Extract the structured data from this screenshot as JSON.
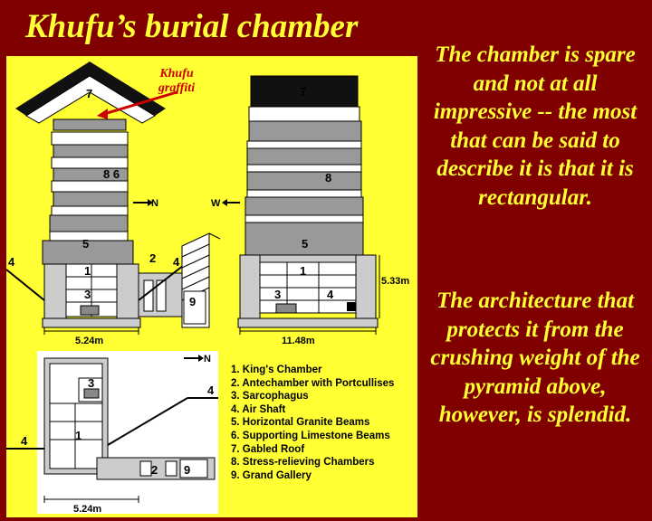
{
  "title": "Khufu’s burial chamber",
  "annotation": "Khufu\ngraffiti",
  "paragraphs": [
    "The chamber is spare and not at all impressive -- the most that can be said to describe it is that it is rectangular.",
    "The architecture that protects it from the crushing weight of the pyramid above, however, is splendid."
  ],
  "diagram": {
    "north_label": "N",
    "west_label": "W",
    "dim_section_width": "5.24m",
    "dim_long_width": "11.48m",
    "dim_height": "5.33m",
    "dim_plan_width": "5.24m",
    "numbers": {
      "n1": "1",
      "n2": "2",
      "n3": "3",
      "n4": "4",
      "n5": "5",
      "n6": "6",
      "n7": "7",
      "n8": "8",
      "n9": "9",
      "n86": "8 6"
    }
  },
  "legend": [
    "1. King's Chamber",
    "2. Antechamber with Portcullises",
    "3. Sarcophagus",
    "4. Air Shaft",
    "5. Horizontal Granite Beams",
    "6. Supporting Limestone Beams",
    "7. Gabled Roof",
    "8. Stress-relieving Chambers",
    "9. Grand Gallery"
  ],
  "colors": {
    "background": "#800000",
    "text": "#ffff33",
    "panel": "#ffff33",
    "annotation": "#cc0000"
  }
}
